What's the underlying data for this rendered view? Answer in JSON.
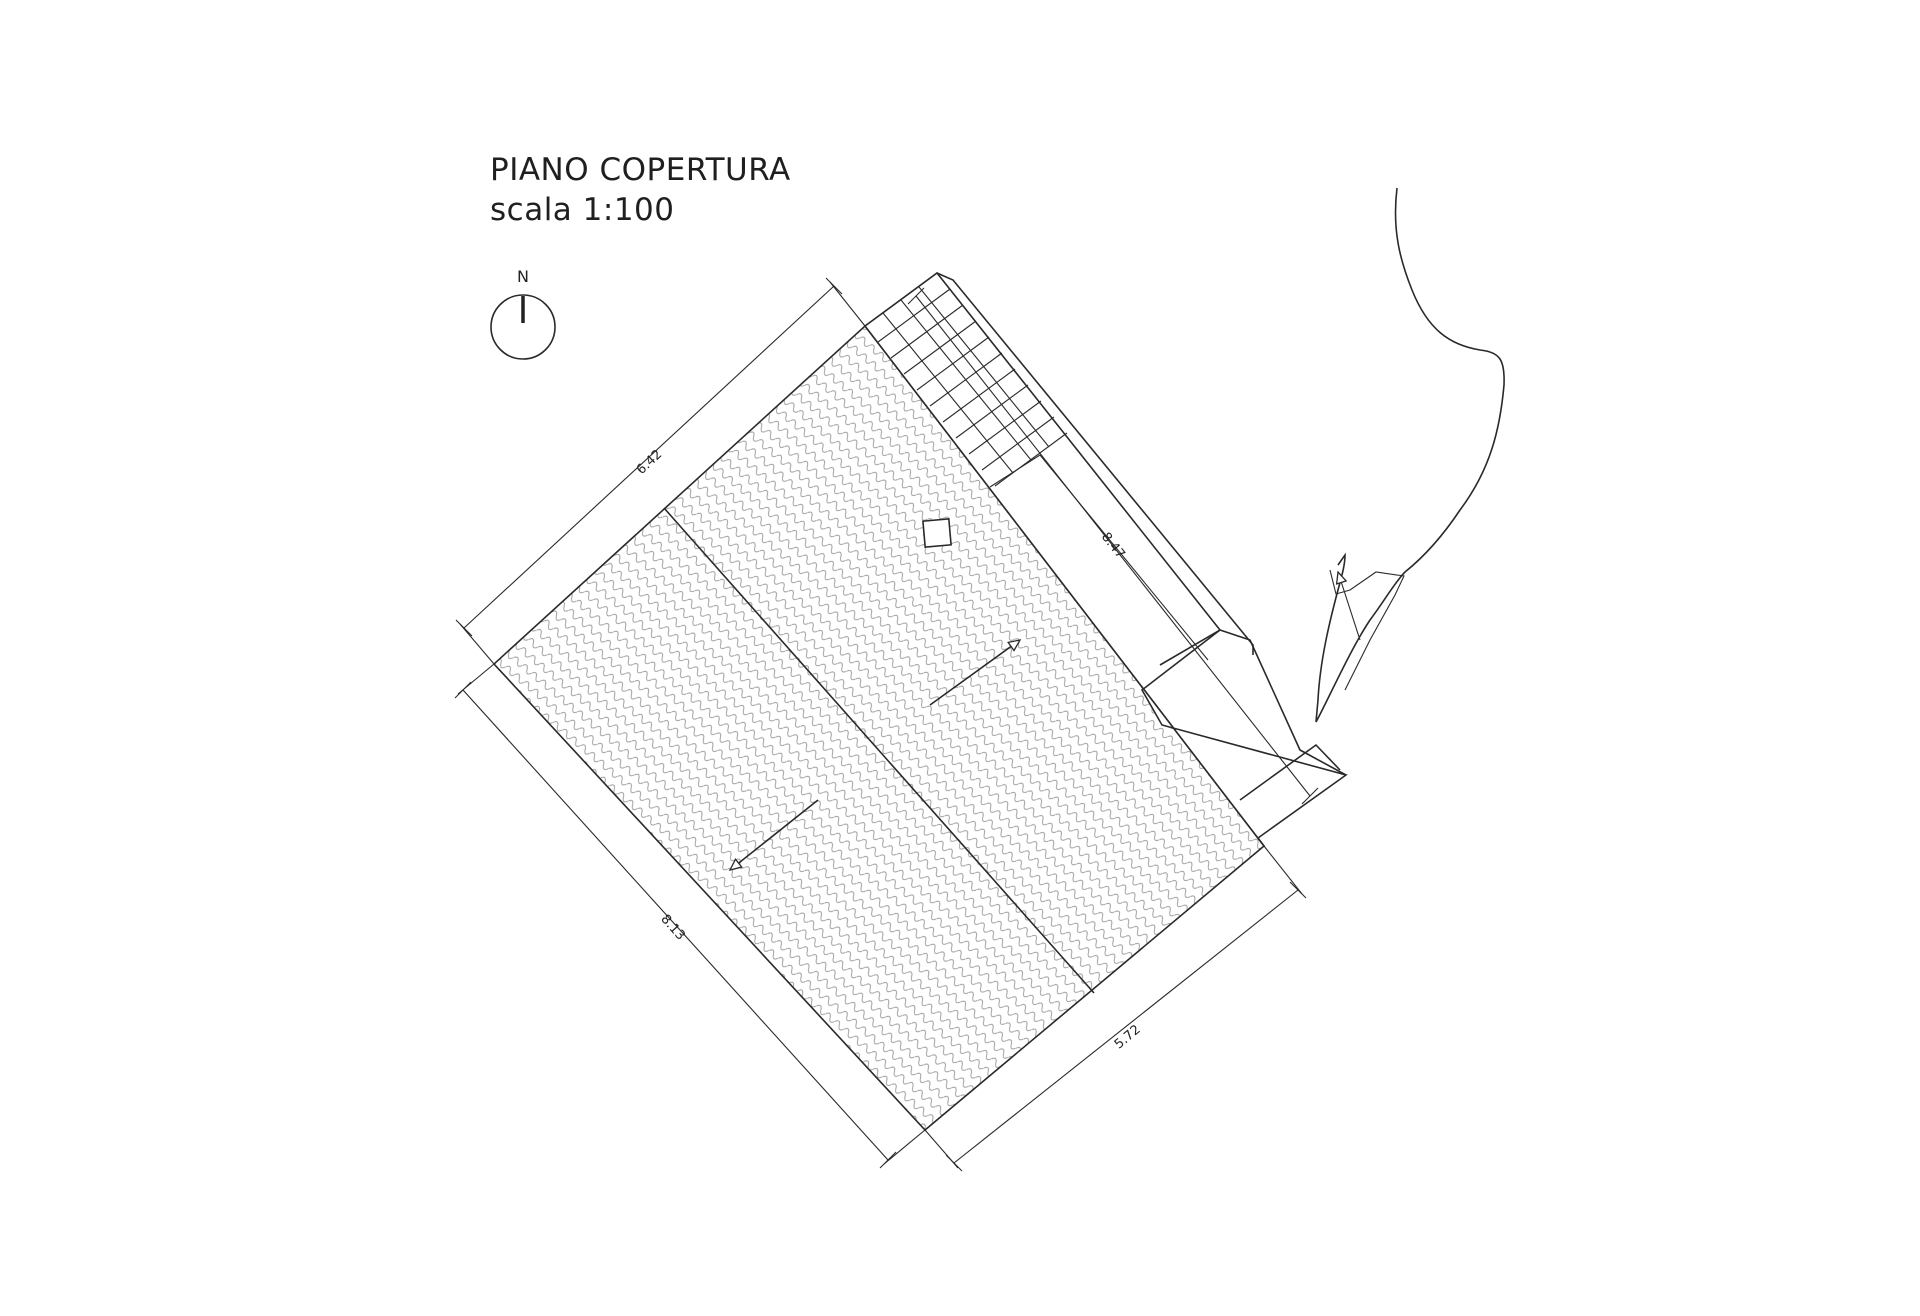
{
  "title": "PIANO COPERTURA",
  "scale": "scala 1:100",
  "north_label": "N",
  "dimensions": {
    "top": "6.42",
    "left": "8.13",
    "bottom": "5.72",
    "right": "8.47"
  },
  "colors": {
    "line": "#2a2a2a",
    "tile_pattern": "#9a9a9a"
  }
}
